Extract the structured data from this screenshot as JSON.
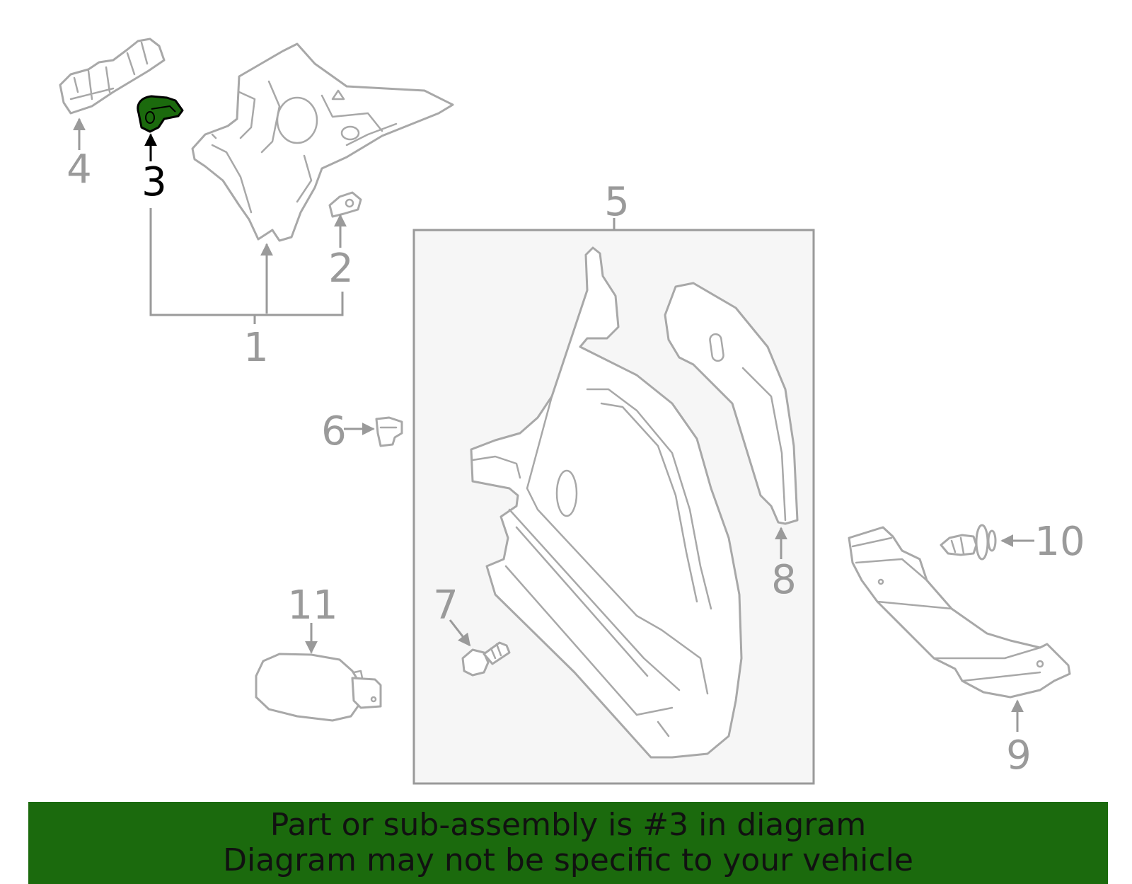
{
  "diagram": {
    "highlighted_part": "3",
    "highlight_color": "#1b6a0d",
    "callouts": {
      "c1": "1",
      "c2": "2",
      "c3": "3",
      "c4": "4",
      "c5": "5",
      "c6": "6",
      "c7": "7",
      "c8": "8",
      "c9": "9",
      "c10": "10",
      "c11": "11"
    }
  },
  "banner": {
    "line1": "Part or sub-assembly is #3 in diagram",
    "line2": "Diagram may not be specific to your vehicle",
    "background": "#1b6a0d"
  }
}
